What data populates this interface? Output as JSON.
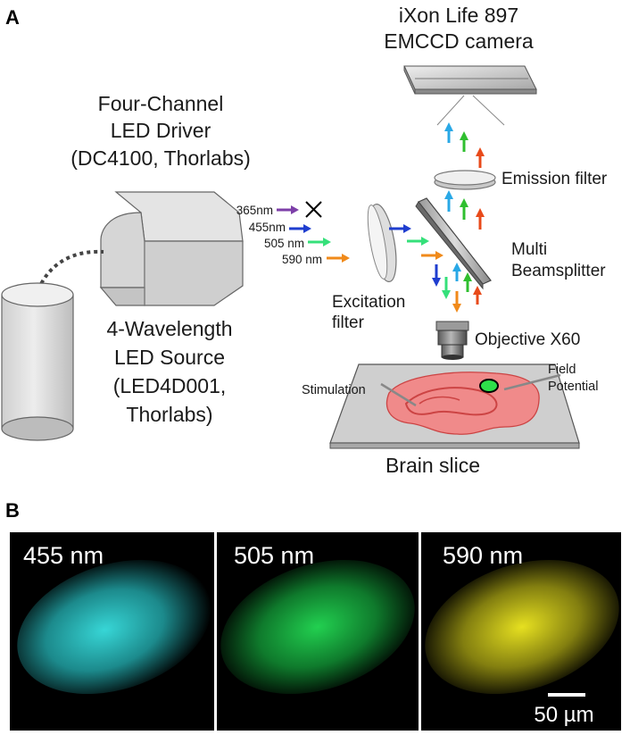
{
  "panel_a": {
    "letter": "A",
    "camera": {
      "line1": "iXon Life 897",
      "line2": "EMCCD camera"
    },
    "driver": {
      "line1": "Four-Channel",
      "line2": "LED Driver",
      "line3": "(DC4100, Thorlabs)"
    },
    "source": {
      "line1": "4-Wavelength",
      "line2": "LED Source",
      "line3": "(LED4D001,",
      "line4": "Thorlabs)"
    },
    "wavelengths": [
      "365nm",
      "455nm",
      "505 nm",
      "590 nm"
    ],
    "excitation_filter": {
      "line1": "Excitation",
      "line2": "filter"
    },
    "emission_filter": "Emission filter",
    "beamsplitter": {
      "line1": "Multi",
      "line2": "Beamsplitter"
    },
    "objective": "Objective X60",
    "stimulation": "Stimulation",
    "field_potential": {
      "line1": "Field",
      "line2": "Potential"
    },
    "brain_slice": "Brain slice"
  },
  "panel_b": {
    "letter": "B",
    "images": [
      {
        "label": "455 nm",
        "color": "#2ec8c8"
      },
      {
        "label": "505 nm",
        "color": "#1ed45a"
      },
      {
        "label": "590 nm",
        "color": "#e8e22a"
      }
    ],
    "scale_bar": "50 µm"
  },
  "colors": {
    "violet": "#7d3fa8",
    "blue": "#1f3ecf",
    "cyan": "#29a8e6",
    "green": "#2fbf2f",
    "light_green": "#35e07a",
    "orange": "#f08a1a",
    "red": "#e84a1a",
    "tissue": "#f08a8a"
  }
}
